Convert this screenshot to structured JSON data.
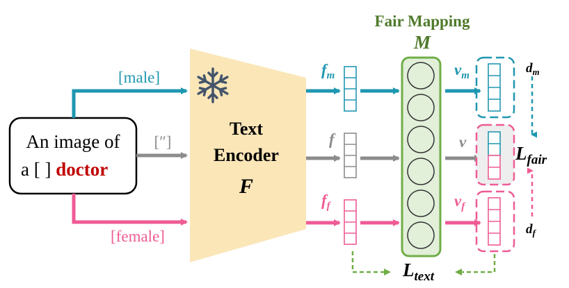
{
  "prompt_box": {
    "line1": "An image of",
    "line2_prefix": "a [ ]",
    "line2_keyword": "doctor"
  },
  "branch_labels": {
    "male": "[male]",
    "neutral": "[″]",
    "female": "[female]"
  },
  "encoder": {
    "line1": "Text",
    "line2": "Encoder",
    "symbol": "F",
    "frozen_icon": "snowflake-icon"
  },
  "mapping": {
    "title": "Fair Mapping",
    "symbol": "M"
  },
  "features": {
    "male": {
      "base": "f",
      "sub": "m"
    },
    "neutral": {
      "base": "f",
      "sub": ""
    },
    "female": {
      "base": "f",
      "sub": "f"
    }
  },
  "outputs": {
    "male": {
      "base": "v",
      "sub": "m"
    },
    "neutral": {
      "base": "v",
      "sub": ""
    },
    "female": {
      "base": "v",
      "sub": "f"
    }
  },
  "distances": {
    "male": {
      "base": "d",
      "sub": "m"
    },
    "female": {
      "base": "d",
      "sub": "f"
    }
  },
  "losses": {
    "fair": {
      "base": "L",
      "sub": "fair"
    },
    "text": {
      "base": "L",
      "sub": "text"
    }
  },
  "colors": {
    "male": "#1f97b0",
    "neutral": "#8c8c8c",
    "female": "#ee5b95",
    "mapping_border": "#70ad47",
    "mapping_title": "#4f7a2a",
    "encoder_fill": "#fbe6b8",
    "doctor_text": "#c00000",
    "snowflake": "#44546a"
  }
}
